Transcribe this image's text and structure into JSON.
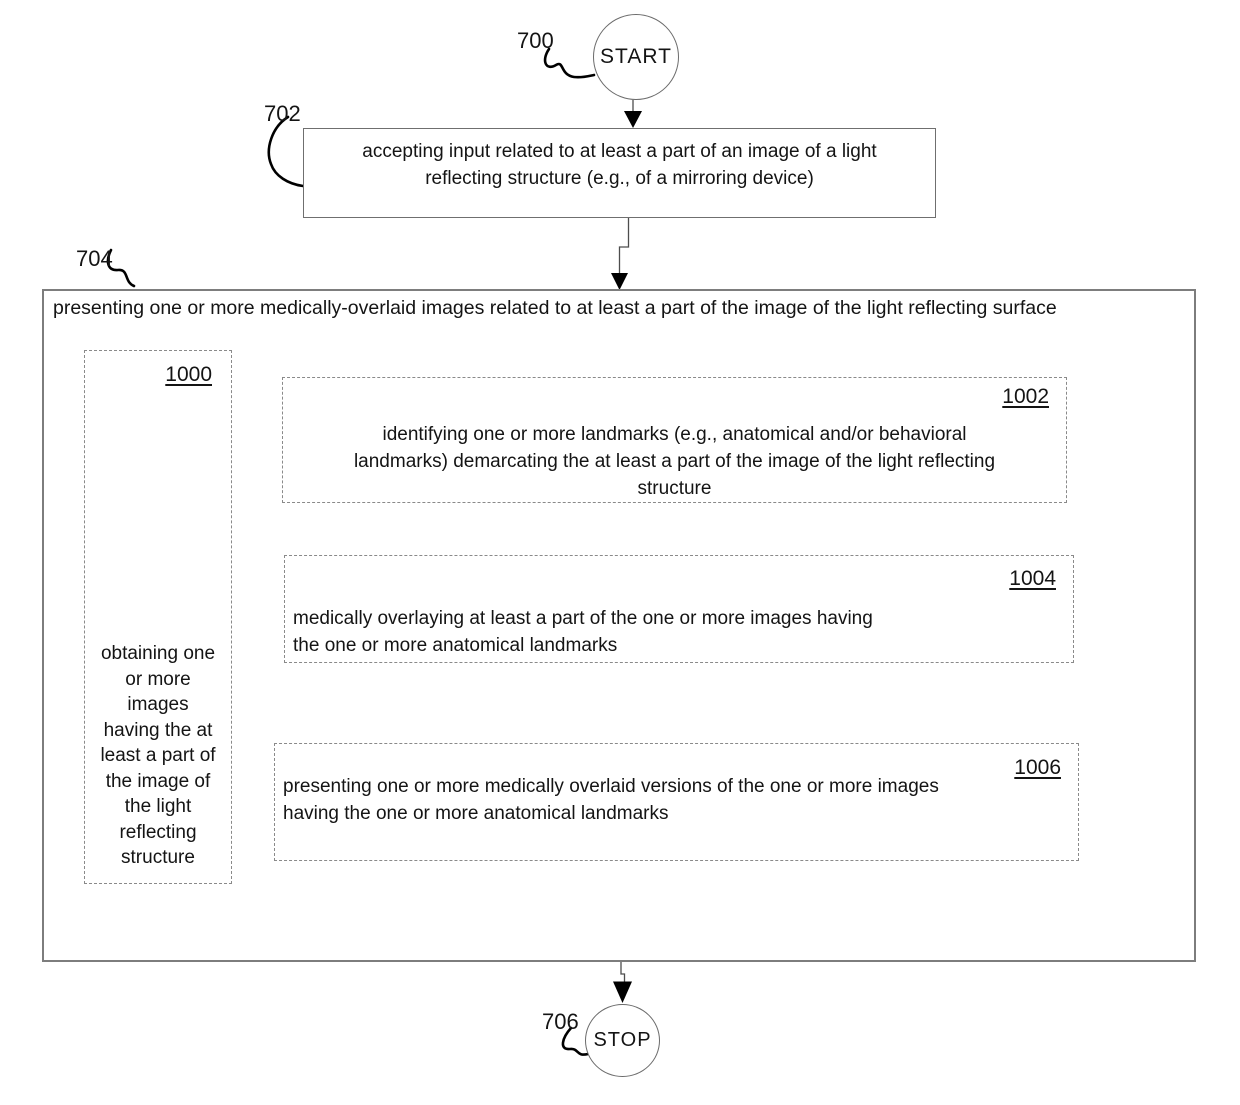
{
  "diagram": {
    "type": "patent-flowchart",
    "start": {
      "ref": "700",
      "label": "START"
    },
    "stop": {
      "ref": "706",
      "label": "STOP"
    },
    "steps": {
      "s702": {
        "ref": "702",
        "lines": [
          "accepting input related to at least a part of an image of a light",
          "reflecting structure (e.g., of a mirroring device)"
        ]
      },
      "s704": {
        "ref": "704",
        "text": "presenting one or more medically-overlaid images related to at least a part of the image of the light reflecting surface"
      },
      "s1000": {
        "ref": "1000",
        "lines": [
          "obtaining one",
          "or more",
          "images",
          "having the at",
          "least a part of",
          "the image of",
          "the light",
          "reflecting",
          "structure"
        ]
      },
      "s1002": {
        "ref": "1002",
        "lines": [
          "identifying one or more landmarks (e.g., anatomical and/or behavioral",
          "landmarks) demarcating the at least a part of the image of the light reflecting",
          "structure"
        ]
      },
      "s1004": {
        "ref": "1004",
        "lines": [
          "medically overlaying at least a part of the one or more images having",
          "the one or more anatomical landmarks"
        ]
      },
      "s1006": {
        "ref": "1006",
        "lines": [
          "presenting one or more medically overlaid versions of the one or more images",
          "having the one or more anatomical landmarks"
        ]
      }
    },
    "colors": {
      "background": "#ffffff",
      "text": "#141414",
      "solid_border": "#6f6f6f",
      "dashed_border": "#8a8a8a",
      "connector": "#000000"
    }
  }
}
